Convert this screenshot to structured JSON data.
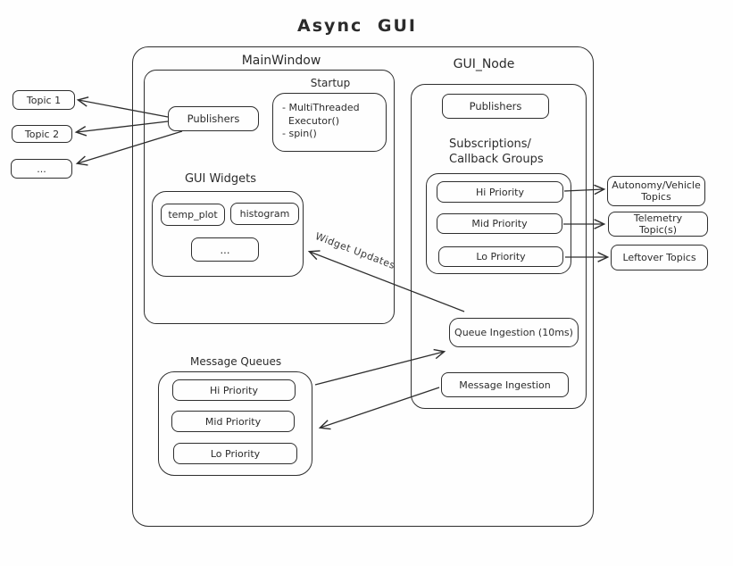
{
  "title": "Async GUI",
  "left_topics": [
    "Topic 1",
    "Topic 2",
    "..."
  ],
  "right_topics": [
    "Autonomy/Vehicle Topics",
    "Telemetry Topic(s)",
    "Leftover Topics"
  ],
  "main_window": {
    "label": "MainWindow",
    "publishers": "Publishers",
    "startup": {
      "label": "Startup",
      "line1": "- MultiThreaded",
      "line2": "Executor()",
      "line3": "- spin()"
    },
    "gui_widgets": {
      "label": "GUI Widgets",
      "items": [
        "temp_plot",
        "histogram",
        "..."
      ]
    }
  },
  "message_queues": {
    "label": "Message Queues",
    "items": [
      "Hi Priority",
      "Mid Priority",
      "Lo Priority"
    ]
  },
  "gui_node": {
    "label": "GUI_Node",
    "publishers": "Publishers",
    "subscriptions": {
      "line1": "Subscriptions/",
      "line2": "Callback Groups",
      "items": [
        "Hi Priority",
        "Mid Priority",
        "Lo Priority"
      ]
    },
    "queue_ingestion": "Queue Ingestion (10ms)",
    "message_ingestion": "Message Ingestion"
  },
  "arrows": {
    "widget_updates": "Widget Updates"
  },
  "colors": {
    "stroke": "#2e2e2e",
    "background": "#fefefe"
  }
}
